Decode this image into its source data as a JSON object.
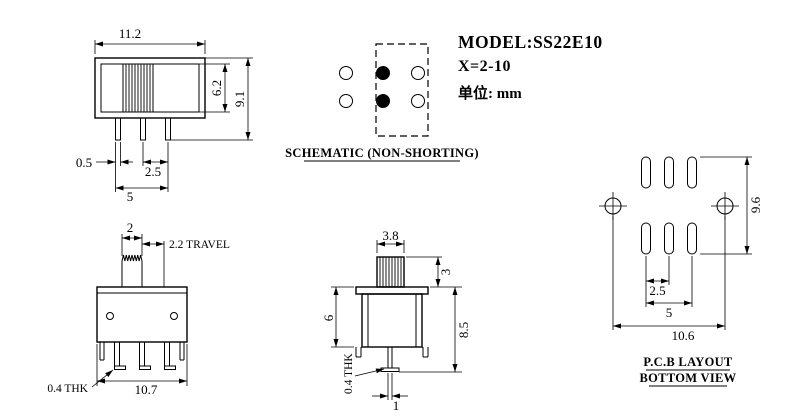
{
  "title_block": {
    "model": "MODEL:SS22E10",
    "variant": "X=2-10",
    "unit": "单位: mm"
  },
  "schematic": {
    "caption": "SCHEMATIC (NON-SHORTING)"
  },
  "top_view": {
    "dim_width": "11.2",
    "dim_inner_height": "6.2",
    "dim_total_height": "9.1",
    "dim_pin_width": "0.5",
    "dim_pin_pitch": "2.5",
    "dim_pin_span": "5"
  },
  "front_view": {
    "dim_knob_width": "2",
    "dim_travel": "2.2 TRAVEL",
    "dim_thickness": "0.4 THK",
    "dim_body_width": "10.7"
  },
  "side_view": {
    "dim_knob_width": "3.8",
    "dim_knob_height": "3",
    "dim_body_height": "6",
    "dim_total_height": "8.5",
    "dim_thickness": "0.4 THK",
    "dim_pin_width": "1"
  },
  "pcb_view": {
    "caption_line1": "P.C.B LAYOUT",
    "caption_line2": "BOTTOM VIEW",
    "dim_row_span": "9.6",
    "dim_pad_pitch": "2.5",
    "dim_pad_span": "5",
    "dim_hole_span": "10.6"
  },
  "colors": {
    "line": "#000000",
    "paper": "#ffffff"
  }
}
